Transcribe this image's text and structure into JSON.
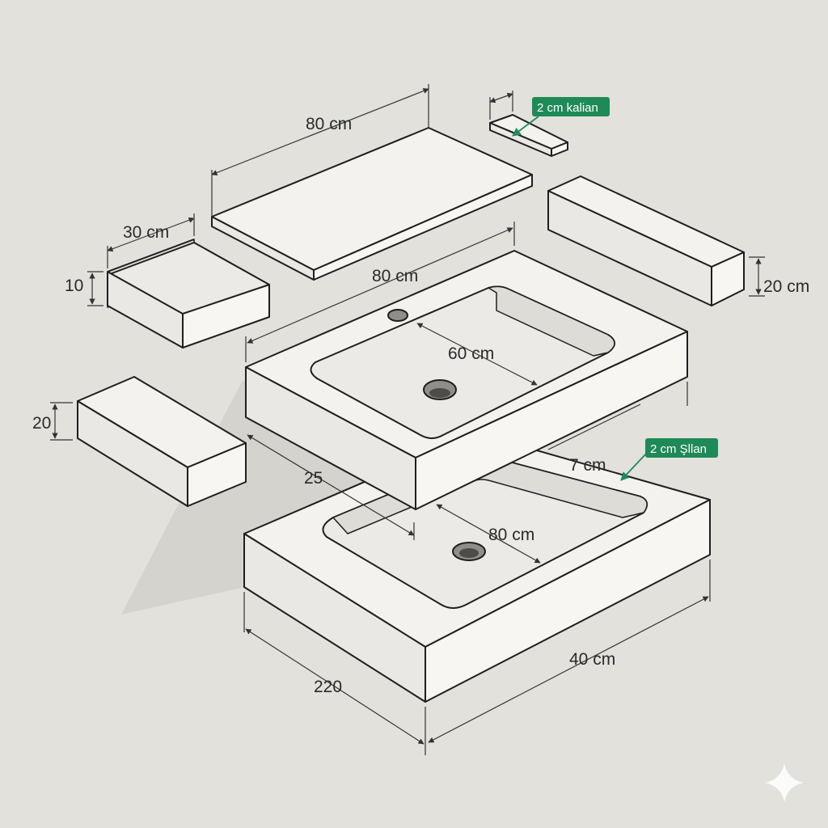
{
  "labels": {
    "top_panel_width": "80 cm",
    "small_bar_tag": "2 cm kalian",
    "shelf_width": "30 cm",
    "shelf_height": "10",
    "sink_width": "80 cm",
    "right_block_height": "20 cm",
    "basin_inner_width": "60 cm",
    "left_block_height": "20",
    "lower_tag": "2 cm Şllan",
    "lower_side_depth": "7 cm",
    "sink_depth": "25",
    "base_inner_width": "80 cm",
    "base_depth_right": "40 cm",
    "base_length": "220"
  },
  "colors": {
    "background": "#e2e1dc",
    "tag_green": "#1e8a57",
    "line": "#1e1e1e"
  },
  "icons": {
    "watermark": "sparkle-icon"
  }
}
